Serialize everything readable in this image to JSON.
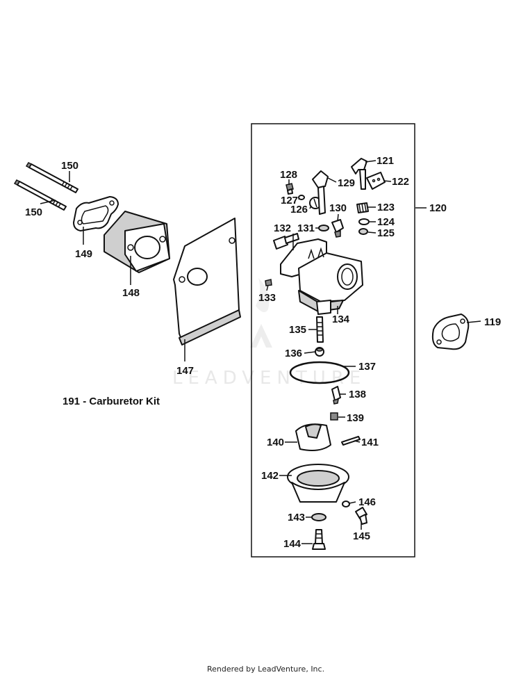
{
  "group_label": "120",
  "kit_label": "191 - Carburetor Kit",
  "footer": "Rendered by LeadVenture, Inc.",
  "watermark": "LEADVENTURE",
  "callouts": [
    {
      "id": "119",
      "text": "119"
    },
    {
      "id": "121",
      "text": "121"
    },
    {
      "id": "122",
      "text": "122"
    },
    {
      "id": "123",
      "text": "123"
    },
    {
      "id": "124",
      "text": "124"
    },
    {
      "id": "125",
      "text": "125"
    },
    {
      "id": "126",
      "text": "126"
    },
    {
      "id": "127",
      "text": "127"
    },
    {
      "id": "128",
      "text": "128"
    },
    {
      "id": "129",
      "text": "129"
    },
    {
      "id": "130",
      "text": "130"
    },
    {
      "id": "131",
      "text": "131"
    },
    {
      "id": "132",
      "text": "132"
    },
    {
      "id": "133",
      "text": "133"
    },
    {
      "id": "134",
      "text": "134"
    },
    {
      "id": "135",
      "text": "135"
    },
    {
      "id": "136",
      "text": "136"
    },
    {
      "id": "137",
      "text": "137"
    },
    {
      "id": "138",
      "text": "138"
    },
    {
      "id": "139",
      "text": "139"
    },
    {
      "id": "140",
      "text": "140"
    },
    {
      "id": "141",
      "text": "141"
    },
    {
      "id": "142",
      "text": "142"
    },
    {
      "id": "143",
      "text": "143"
    },
    {
      "id": "144",
      "text": "144"
    },
    {
      "id": "145",
      "text": "145"
    },
    {
      "id": "146",
      "text": "146"
    },
    {
      "id": "147",
      "text": "147"
    },
    {
      "id": "148",
      "text": "148"
    },
    {
      "id": "149",
      "text": "149"
    },
    {
      "id": "150a",
      "text": "150"
    },
    {
      "id": "150b",
      "text": "150"
    }
  ]
}
